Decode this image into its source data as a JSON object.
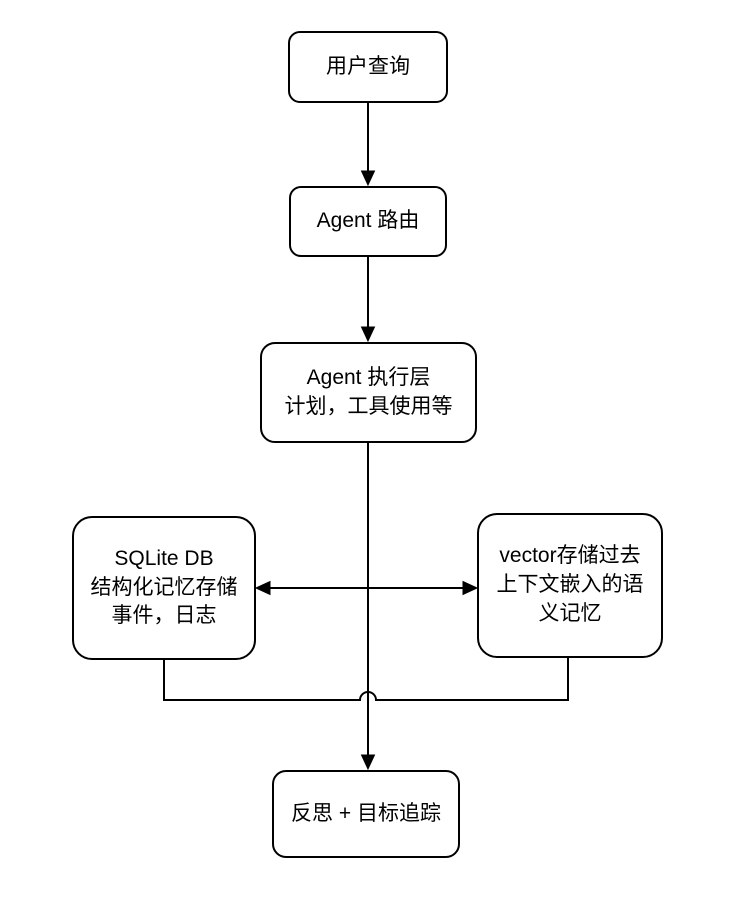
{
  "diagram": {
    "title": "Agent memory flowchart",
    "colors": {
      "stroke": "#000000",
      "node_fill": "#ffffff",
      "background": "#ffffff",
      "text": "#000000"
    },
    "nodes": {
      "user_query": {
        "id": "user_query",
        "label": "用户查询"
      },
      "agent_router": {
        "id": "agent_router",
        "label": "Agent 路由"
      },
      "agent_exec": {
        "id": "agent_exec",
        "label": "Agent 执行层\n计划，工具使用等"
      },
      "sqlite_db": {
        "id": "sqlite_db",
        "label": "SQLite DB\n结构化记忆存储\n事件，日志"
      },
      "vector_store": {
        "id": "vector_store",
        "label": "vector存储过去\n上下文嵌入的语\n义记忆"
      },
      "reflection": {
        "id": "reflection",
        "label": "反思 + 目标追踪"
      }
    },
    "edges": [
      {
        "from": "user_query",
        "to": "agent_router",
        "style": "arrow-down"
      },
      {
        "from": "agent_router",
        "to": "agent_exec",
        "style": "arrow-down"
      },
      {
        "from": "agent_exec",
        "to": "reflection",
        "style": "arrow-down-long"
      },
      {
        "from": "sqlite_db",
        "to": "vector_store",
        "style": "double-headed-horizontal"
      },
      {
        "from": "sqlite_db",
        "to": "vector_store",
        "style": "elbow-merge-line-with-hop-over-center"
      }
    ]
  }
}
